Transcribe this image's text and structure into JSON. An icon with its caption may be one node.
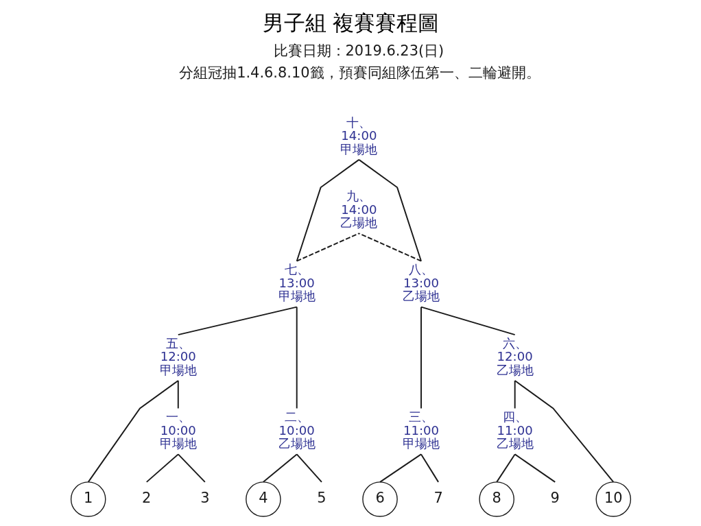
{
  "diagram": {
    "title": "男子組 複賽賽程圖",
    "nodes": [
      {
        "text": [
          "十、",
          "14:00",
          "甲場地"
        ]
      },
      {
        "text": [
          "九、",
          "14:00",
          "乙場地"
        ]
      },
      {
        "text": [
          "七、",
          "13:00",
          "甲場地"
        ]
      },
      {
        "text": [
          "八、",
          "13:00",
          "乙場地"
        ]
      },
      {
        "text": [
          "五、",
          "12:00",
          "甲場地"
        ]
      },
      {
        "text": [
          "六、",
          "12:00",
          "乙場地"
        ]
      },
      {
        "text": [
          "一、",
          "10:00",
          "甲場地"
        ]
      },
      {
        "text": [
          "二、",
          "10:00",
          "乙場地"
        ]
      },
      {
        "text": [
          "三、",
          "11:00",
          "甲場地"
        ]
      },
      {
        "text": [
          "四、",
          "11:00",
          "乙場地"
        ]
      },
      {
        "text": [
          "1"
        ]
      },
      {
        "text": [
          "2"
        ]
      },
      {
        "text": [
          "3"
        ]
      },
      {
        "text": [
          "4"
        ]
      },
      {
        "text": [
          "5"
        ]
      },
      {
        "text": [
          "6"
        ]
      },
      {
        "text": [
          "7"
        ]
      },
      {
        "text": [
          "8"
        ]
      },
      {
        "text": [
          "9"
        ]
      },
      {
        "text": [
          "10"
        ]
      }
    ],
    "edges": [
      {
        "from": 2,
        "to": 0,
        "arrow": "none"
      },
      {
        "from": 3,
        "to": 0,
        "arrow": "none"
      },
      {
        "from": 2,
        "to": 1,
        "arrow": "none",
        "style": "dashed"
      },
      {
        "from": 3,
        "to": 1,
        "arrow": "none",
        "style": "dashed"
      },
      {
        "from": 4,
        "to": 2,
        "arrow": "none"
      },
      {
        "from": 7,
        "to": 2,
        "arrow": "none"
      },
      {
        "from": 8,
        "to": 3,
        "arrow": "none"
      },
      {
        "from": 5,
        "to": 3,
        "arrow": "none"
      },
      {
        "from": 10,
        "to": 4,
        "arrow": "none"
      },
      {
        "from": 6,
        "to": 4,
        "arrow": "none"
      },
      {
        "from": 9,
        "to": 5,
        "arrow": "none"
      },
      {
        "from": 19,
        "to": 5,
        "arrow": "none"
      },
      {
        "from": 11,
        "to": 6,
        "arrow": "none"
      },
      {
        "from": 12,
        "to": 6,
        "arrow": "none"
      },
      {
        "from": 13,
        "to": 7,
        "arrow": "none"
      },
      {
        "from": 14,
        "to": 7,
        "arrow": "none"
      },
      {
        "from": 15,
        "to": 8,
        "arrow": "none"
      },
      {
        "from": 16,
        "to": 8,
        "arrow": "none"
      },
      {
        "from": 17,
        "to": 9,
        "arrow": "none"
      },
      {
        "from": 18,
        "to": 9,
        "arrow": "none"
      }
    ],
    "labels": [
      "比賽日期：2019.6.23(日)",
      "分組冠抽1.4.6.8.10籤，預賽同組隊伍第一、二輪避開。"
    ]
  }
}
